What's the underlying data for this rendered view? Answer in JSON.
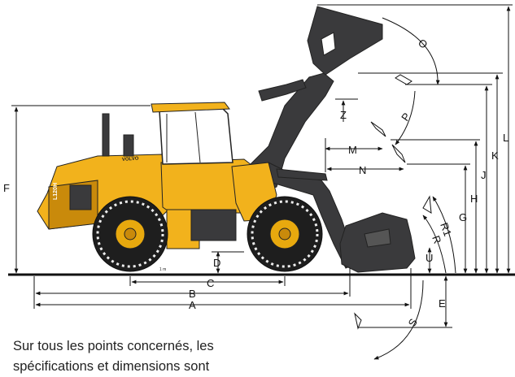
{
  "diagram": {
    "dimension_labels": {
      "A": "A",
      "B": "B",
      "C": "C",
      "D": "D",
      "E": "E",
      "F": "F",
      "G": "G",
      "H": "H",
      "J": "J",
      "K": "K",
      "L": "L",
      "M": "M",
      "N": "N",
      "O": "O",
      "P": "P",
      "R": "R",
      "R1": "R1",
      "S": "S",
      "U": "U",
      "Z": "Z"
    },
    "brand": {
      "logo_text": "VOLVO",
      "model_badge": "L120H",
      "scale_mark": "1 m"
    },
    "colors": {
      "body_yellow": "#f2b21c",
      "body_shadow": "#c98a0b",
      "boom_gray": "#3a3a3c",
      "tire_black": "#1e1e1e",
      "rim_yellow": "#e8a90e",
      "line": "#111111"
    }
  },
  "caption": {
    "text": "Sur tous les points concernés, les spécifications et dimensions sont"
  }
}
